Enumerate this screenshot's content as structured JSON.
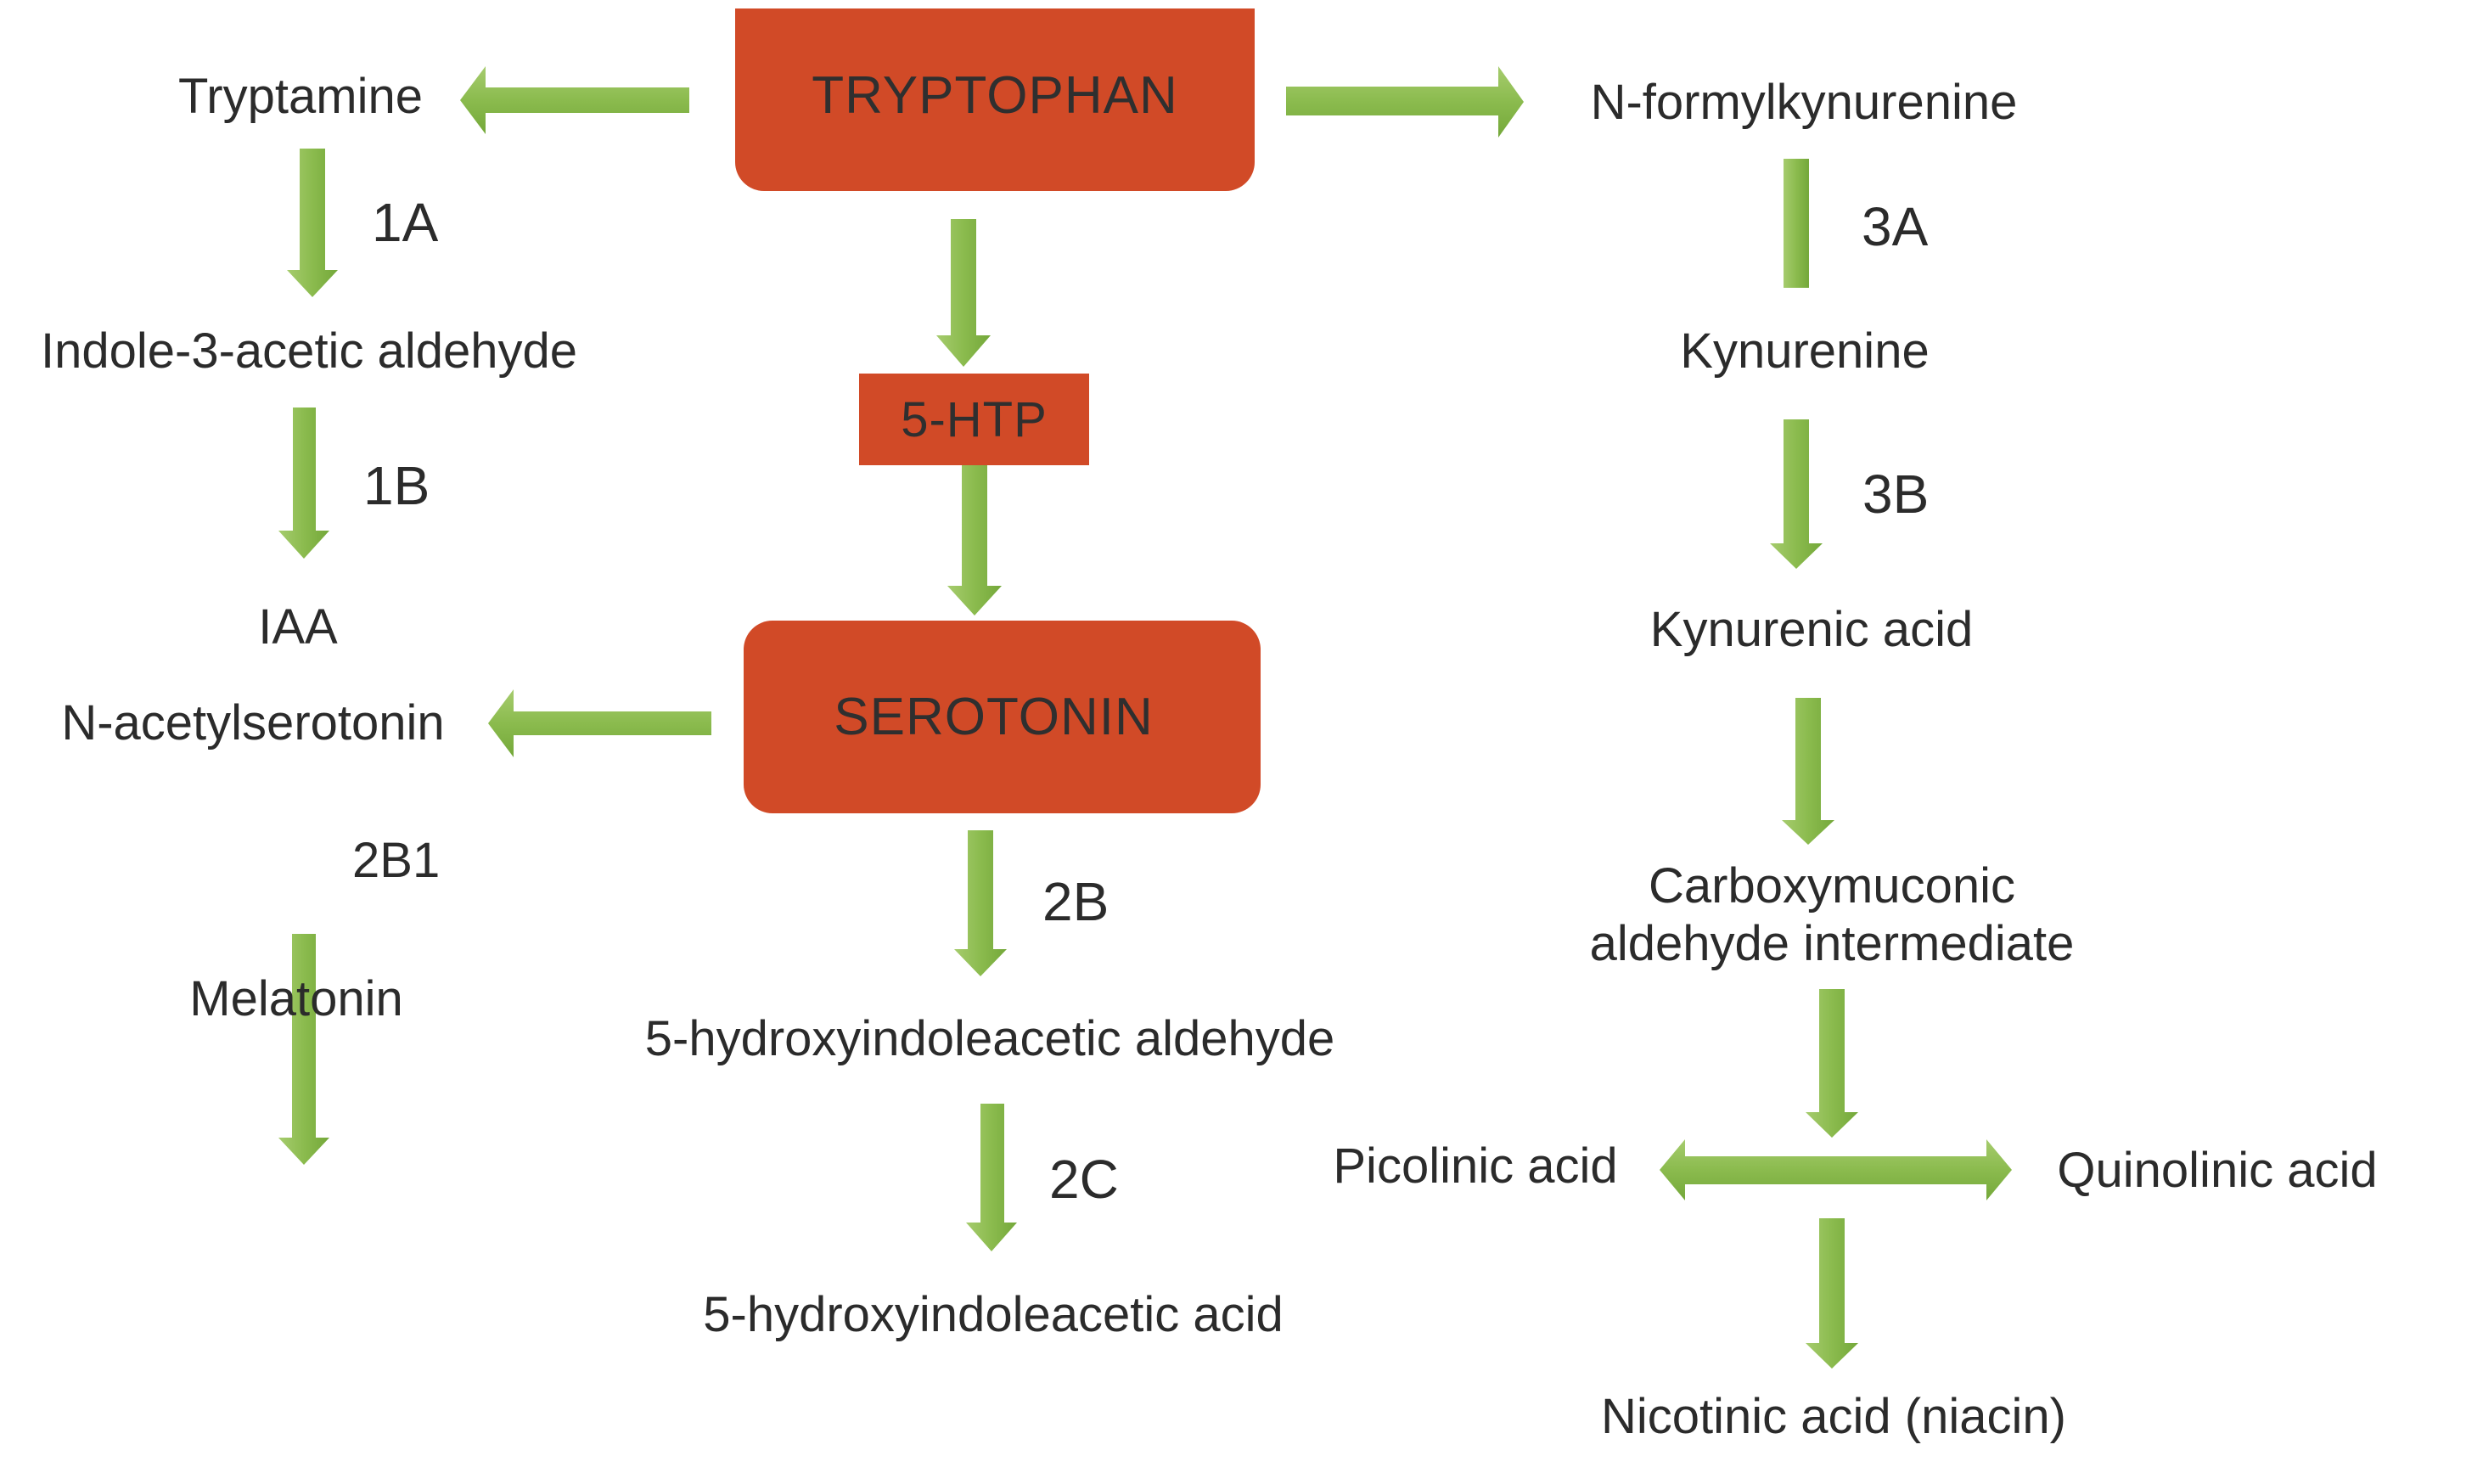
{
  "diagram": {
    "colors": {
      "box_fill": "#d14a27",
      "arrow_fill": "#8bbb4e",
      "text": "#2b2b2b"
    },
    "boxes": {
      "tryptophan": "TRYPTOPHAN",
      "htp": "5-HTP",
      "serotonin": "SEROTONIN"
    },
    "compounds": {
      "tryptamine": "Tryptamine",
      "indole_aldehyde": "Indole-3-acetic aldehyde",
      "iaa": "IAA",
      "n_acetylserotonin": "N-acetylserotonin",
      "melatonin": "Melatonin",
      "hiaa_aldehyde": "5-hydroxyindoleacetic aldehyde",
      "hiaa_acid": "5-hydroxyindoleacetic acid",
      "n_formylkynurenine": "N-formylkynurenine",
      "kynurenine": "Kynurenine",
      "kynurenic_acid": "Kynurenic acid",
      "carboxymuconic_line1": "Carboxymuconic",
      "carboxymuconic_line2": "aldehyde intermediate",
      "picolinic_acid": "Picolinic acid",
      "quinolinic_acid": "Quinolinic acid",
      "nicotinic_acid": "Nicotinic acid (niacin)"
    },
    "steps": {
      "s1a": "1A",
      "s1b": "1B",
      "s2b1": "2B1",
      "s2b": "2B",
      "s2c": "2C",
      "s3a": "3A",
      "s3b": "3B"
    },
    "edges": [
      {
        "from": "TRYPTOPHAN",
        "to": "Tryptamine"
      },
      {
        "from": "TRYPTOPHAN",
        "to": "N-formylkynurenine"
      },
      {
        "from": "TRYPTOPHAN",
        "to": "5-HTP"
      },
      {
        "from": "Tryptamine",
        "to": "Indole-3-acetic aldehyde",
        "step": "1A"
      },
      {
        "from": "Indole-3-acetic aldehyde",
        "to": "IAA",
        "step": "1B"
      },
      {
        "from": "5-HTP",
        "to": "SEROTONIN"
      },
      {
        "from": "SEROTONIN",
        "to": "N-acetylserotonin"
      },
      {
        "from": "N-acetylserotonin",
        "to": "Melatonin",
        "step": "2B1"
      },
      {
        "from": "SEROTONIN",
        "to": "5-hydroxyindoleacetic aldehyde",
        "step": "2B"
      },
      {
        "from": "5-hydroxyindoleacetic aldehyde",
        "to": "5-hydroxyindoleacetic acid",
        "step": "2C"
      },
      {
        "from": "N-formylkynurenine",
        "to": "Kynurenine",
        "step": "3A"
      },
      {
        "from": "Kynurenine",
        "to": "Kynurenic acid",
        "step": "3B"
      },
      {
        "from": "Kynurenic acid",
        "to": "Carboxymuconic aldehyde intermediate"
      },
      {
        "from": "Carboxymuconic aldehyde intermediate",
        "to": "Picolinic acid"
      },
      {
        "from": "Carboxymuconic aldehyde intermediate",
        "to": "Quinolinic acid"
      },
      {
        "from": "Carboxymuconic aldehyde intermediate",
        "to": "Nicotinic acid (niacin)"
      }
    ]
  }
}
